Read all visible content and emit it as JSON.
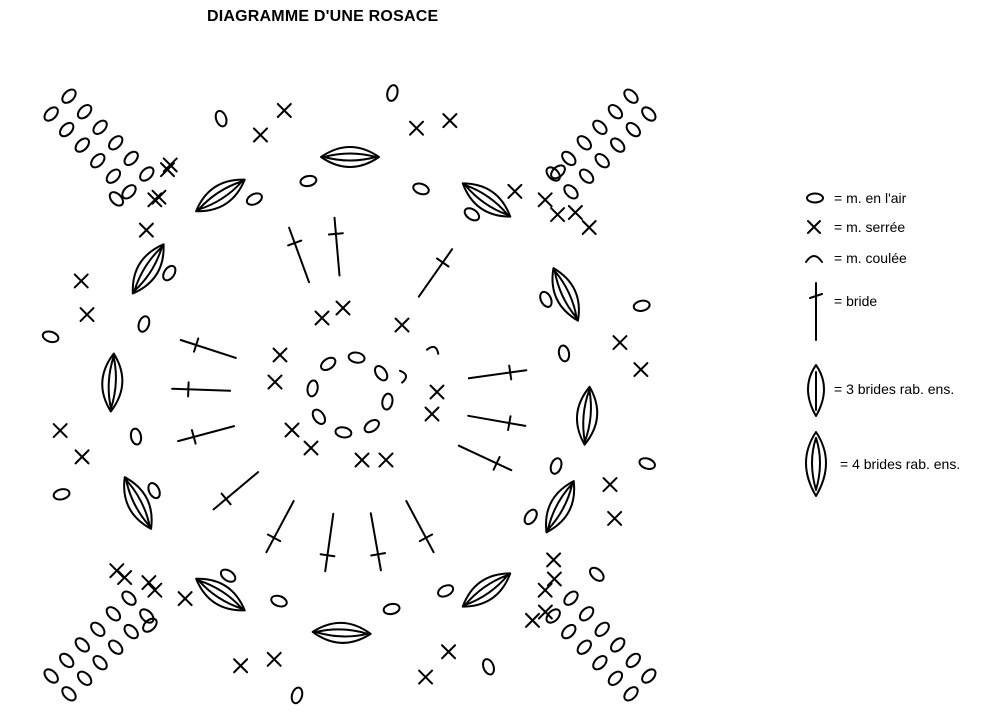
{
  "title": "DIAGRAMME D'UNE ROSACE",
  "legend": [
    {
      "symbol": "chain-oval-icon",
      "label": "= m. en l'air"
    },
    {
      "symbol": "cross-icon",
      "label": "= m. serrée"
    },
    {
      "symbol": "arc-icon",
      "label": "= m. coulée"
    },
    {
      "symbol": "stick-icon",
      "label": "= bride"
    },
    {
      "symbol": "cluster3-icon",
      "label": "= 3 brides rab. ens."
    },
    {
      "symbol": "cluster4-icon",
      "label": "= 4 brides rab. ens."
    }
  ],
  "colors": {
    "ink": "#000000",
    "paper": "#ffffff"
  }
}
